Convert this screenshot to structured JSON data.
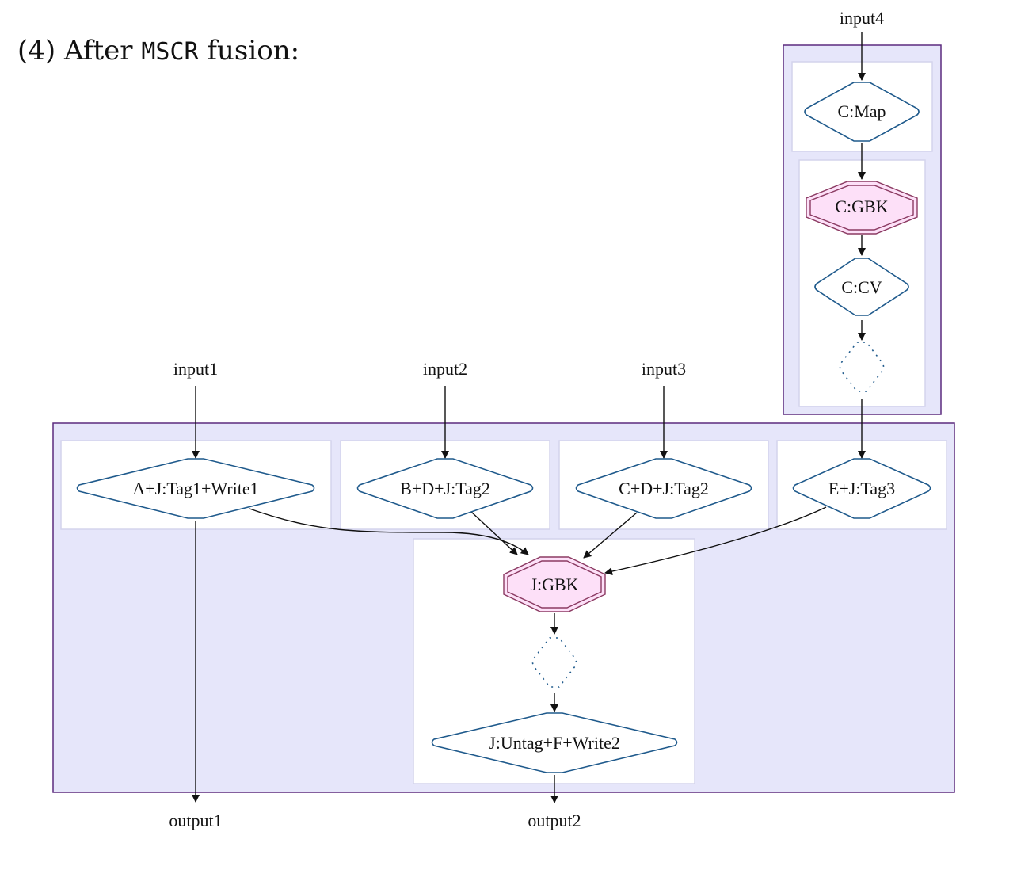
{
  "heading": {
    "prefix": "(4) After ",
    "code": "MSCR",
    "suffix": " fusion:"
  },
  "colors": {
    "cluster_fill": "#e6e6fa",
    "cluster_stroke": "#5c2a7e",
    "inner_fill": "#ffffff",
    "inner_stroke": "#d4d4ec",
    "node_stroke": "#1f5a8c",
    "gbk_fill": "#fde0f8",
    "gbk_stroke": "#8b3a62",
    "edge": "#111111"
  },
  "inputs": {
    "input1": "input1",
    "input2": "input2",
    "input3": "input3",
    "input4": "input4"
  },
  "outputs": {
    "output1": "output1",
    "output2": "output2"
  },
  "nodes": {
    "c_map": "C:Map",
    "c_gbk": "C:GBK",
    "c_cv": "C:CV",
    "a_tag1": "A+J:Tag1+Write1",
    "b_tag2": "B+D+J:Tag2",
    "c_tag2": "C+D+J:Tag2",
    "e_tag3": "E+J:Tag3",
    "j_gbk": "J:GBK",
    "j_untag": "J:Untag+F+Write2"
  }
}
